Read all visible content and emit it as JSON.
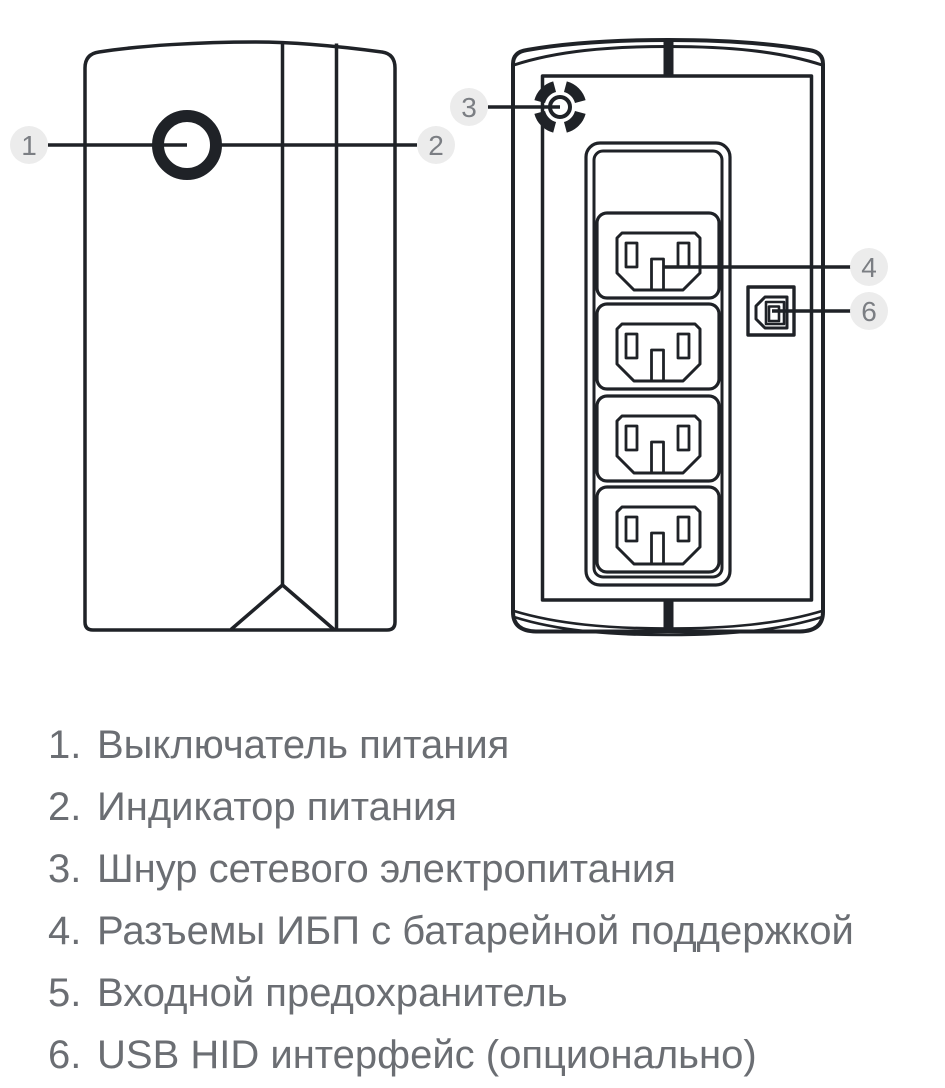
{
  "figure": {
    "callouts": [
      {
        "label": "1"
      },
      {
        "label": "2"
      },
      {
        "label": "3"
      },
      {
        "label": "4"
      },
      {
        "label": "6"
      }
    ]
  },
  "legend": {
    "items": [
      {
        "num": "1.",
        "label": "Выключатель питания"
      },
      {
        "num": "2.",
        "label": "Индикатор питания"
      },
      {
        "num": "3.",
        "label": "Шнур сетевого электропитания"
      },
      {
        "num": "4.",
        "label": "Разъемы ИБП с батарейной поддержкой"
      },
      {
        "num": "5.",
        "label": "Входной предохранитель"
      },
      {
        "num": "6.",
        "label": "USB HID интерфейс (опционально)"
      }
    ]
  },
  "colors": {
    "line": "#1f2227",
    "badge_bg": "#ececec",
    "badge_text": "#7b7e83",
    "legend_text": "#6b6e73",
    "background": "#ffffff"
  }
}
